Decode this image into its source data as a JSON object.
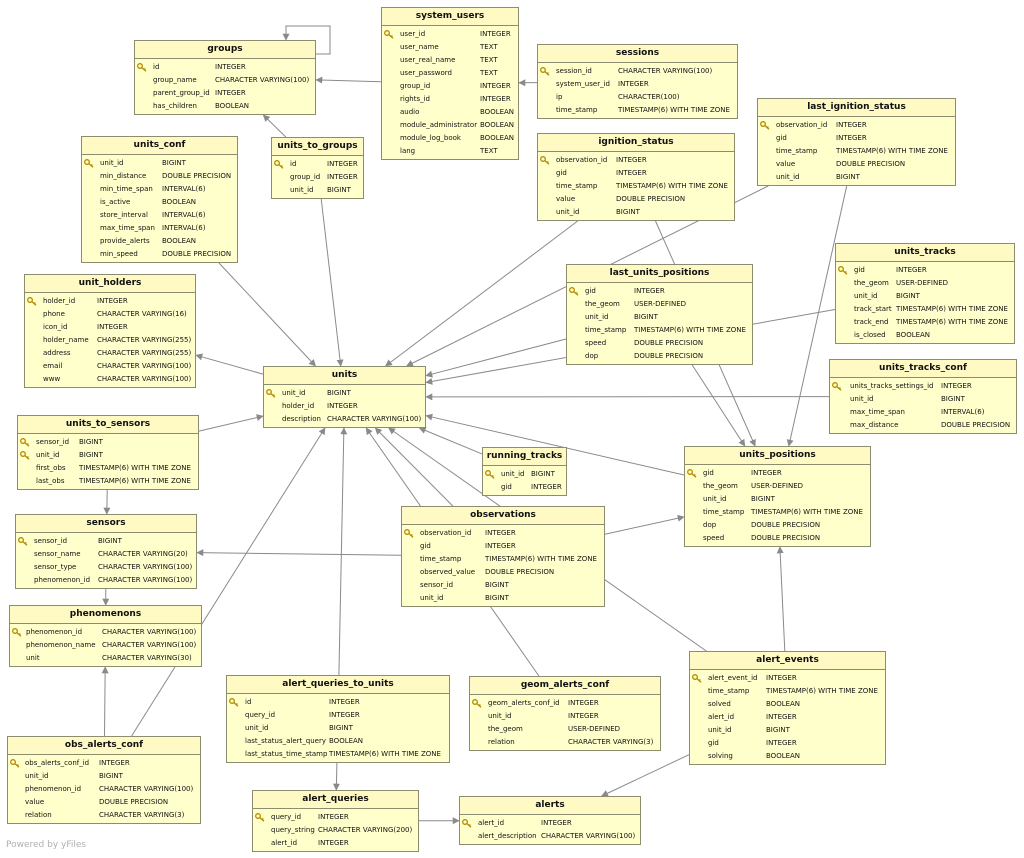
{
  "colors": {
    "table_fill": "#ffffcc",
    "border": "#8c8c6e",
    "edge": "#8a8a8a"
  },
  "watermark": "Powered by yFiles",
  "tables": {
    "groups": {
      "title": "groups",
      "rows": [
        {
          "name": "id",
          "type": "INTEGER",
          "pk": true
        },
        {
          "name": "group_name",
          "type": "CHARACTER VARYING(100)"
        },
        {
          "name": "parent_group_id",
          "type": "INTEGER"
        },
        {
          "name": "has_children",
          "type": "BOOLEAN"
        }
      ]
    },
    "system_users": {
      "title": "system_users",
      "rows": [
        {
          "name": "user_id",
          "type": "INTEGER",
          "pk": true
        },
        {
          "name": "user_name",
          "type": "TEXT"
        },
        {
          "name": "user_real_name",
          "type": "TEXT"
        },
        {
          "name": "user_password",
          "type": "TEXT"
        },
        {
          "name": "group_id",
          "type": "INTEGER"
        },
        {
          "name": "rights_id",
          "type": "INTEGER"
        },
        {
          "name": "audio",
          "type": "BOOLEAN"
        },
        {
          "name": "module_administrator",
          "type": "BOOLEAN"
        },
        {
          "name": "module_log_book",
          "type": "BOOLEAN"
        },
        {
          "name": "lang",
          "type": "TEXT"
        }
      ]
    },
    "sessions": {
      "title": "sessions",
      "rows": [
        {
          "name": "session_id",
          "type": "CHARACTER VARYING(100)",
          "pk": true
        },
        {
          "name": "system_user_id",
          "type": "INTEGER"
        },
        {
          "name": "ip",
          "type": "CHARACTER(100)"
        },
        {
          "name": "time_stamp",
          "type": "TIMESTAMP(6) WITH TIME ZONE"
        }
      ]
    },
    "last_ignition_status": {
      "title": "last_ignition_status",
      "rows": [
        {
          "name": "observation_id",
          "type": "INTEGER",
          "pk": true
        },
        {
          "name": "gid",
          "type": "INTEGER"
        },
        {
          "name": "time_stamp",
          "type": "TIMESTAMP(6) WITH TIME ZONE"
        },
        {
          "name": "value",
          "type": "DOUBLE PRECISION"
        },
        {
          "name": "unit_id",
          "type": "BIGINT"
        }
      ]
    },
    "units_conf": {
      "title": "units_conf",
      "rows": [
        {
          "name": "unit_id",
          "type": "BIGINT",
          "pk": true
        },
        {
          "name": "min_distance",
          "type": "DOUBLE PRECISION"
        },
        {
          "name": "min_time_span",
          "type": "INTERVAL(6)"
        },
        {
          "name": "is_active",
          "type": "BOOLEAN"
        },
        {
          "name": "store_interval",
          "type": "INTERVAL(6)"
        },
        {
          "name": "max_time_span",
          "type": "INTERVAL(6)"
        },
        {
          "name": "provide_alerts",
          "type": "BOOLEAN"
        },
        {
          "name": "min_speed",
          "type": "DOUBLE PRECISION"
        }
      ]
    },
    "units_to_groups": {
      "title": "units_to_groups",
      "rows": [
        {
          "name": "id",
          "type": "INTEGER",
          "pk": true
        },
        {
          "name": "group_id",
          "type": "INTEGER"
        },
        {
          "name": "unit_id",
          "type": "BIGINT"
        }
      ]
    },
    "ignition_status": {
      "title": "ignition_status",
      "rows": [
        {
          "name": "observation_id",
          "type": "INTEGER",
          "pk": true
        },
        {
          "name": "gid",
          "type": "INTEGER"
        },
        {
          "name": "time_stamp",
          "type": "TIMESTAMP(6) WITH TIME ZONE"
        },
        {
          "name": "value",
          "type": "DOUBLE PRECISION"
        },
        {
          "name": "unit_id",
          "type": "BIGINT"
        }
      ]
    },
    "units_tracks": {
      "title": "units_tracks",
      "rows": [
        {
          "name": "gid",
          "type": "INTEGER",
          "pk": true
        },
        {
          "name": "the_geom",
          "type": "USER-DEFINED"
        },
        {
          "name": "unit_id",
          "type": "BIGINT"
        },
        {
          "name": "track_start",
          "type": "TIMESTAMP(6) WITH TIME ZONE"
        },
        {
          "name": "track_end",
          "type": "TIMESTAMP(6) WITH TIME ZONE"
        },
        {
          "name": "is_closed",
          "type": "BOOLEAN"
        }
      ]
    },
    "unit_holders": {
      "title": "unit_holders",
      "rows": [
        {
          "name": "holder_id",
          "type": "INTEGER",
          "pk": true
        },
        {
          "name": "phone",
          "type": "CHARACTER VARYING(16)"
        },
        {
          "name": "icon_id",
          "type": "INTEGER"
        },
        {
          "name": "holder_name",
          "type": "CHARACTER VARYING(255)"
        },
        {
          "name": "address",
          "type": "CHARACTER VARYING(255)"
        },
        {
          "name": "email",
          "type": "CHARACTER VARYING(100)"
        },
        {
          "name": "www",
          "type": "CHARACTER VARYING(100)"
        }
      ]
    },
    "last_units_positions": {
      "title": "last_units_positions",
      "rows": [
        {
          "name": "gid",
          "type": "INTEGER",
          "pk": true
        },
        {
          "name": "the_geom",
          "type": "USER-DEFINED"
        },
        {
          "name": "unit_id",
          "type": "BIGINT"
        },
        {
          "name": "time_stamp",
          "type": "TIMESTAMP(6) WITH TIME ZONE"
        },
        {
          "name": "speed",
          "type": "DOUBLE PRECISION"
        },
        {
          "name": "dop",
          "type": "DOUBLE PRECISION"
        }
      ]
    },
    "units_tracks_conf": {
      "title": "units_tracks_conf",
      "rows": [
        {
          "name": "units_tracks_settings_id",
          "type": "INTEGER",
          "pk": true
        },
        {
          "name": "unit_id",
          "type": "BIGINT"
        },
        {
          "name": "max_time_span",
          "type": "INTERVAL(6)"
        },
        {
          "name": "max_distance",
          "type": "DOUBLE PRECISION"
        }
      ]
    },
    "units": {
      "title": "units",
      "rows": [
        {
          "name": "unit_id",
          "type": "BIGINT",
          "pk": true
        },
        {
          "name": "holder_id",
          "type": "INTEGER"
        },
        {
          "name": "description",
          "type": "CHARACTER VARYING(100)"
        }
      ]
    },
    "units_to_sensors": {
      "title": "units_to_sensors",
      "rows": [
        {
          "name": "sensor_id",
          "type": "BIGINT",
          "pk": true
        },
        {
          "name": "unit_id",
          "type": "BIGINT",
          "pk": true
        },
        {
          "name": "first_obs",
          "type": "TIMESTAMP(6) WITH TIME ZONE"
        },
        {
          "name": "last_obs",
          "type": "TIMESTAMP(6) WITH TIME ZONE"
        }
      ]
    },
    "running_tracks": {
      "title": "running_tracks",
      "rows": [
        {
          "name": "unit_id",
          "type": "BIGINT",
          "pk": true
        },
        {
          "name": "gid",
          "type": "INTEGER"
        }
      ]
    },
    "units_positions": {
      "title": "units_positions",
      "rows": [
        {
          "name": "gid",
          "type": "INTEGER",
          "pk": true
        },
        {
          "name": "the_geom",
          "type": "USER-DEFINED"
        },
        {
          "name": "unit_id",
          "type": "BIGINT"
        },
        {
          "name": "time_stamp",
          "type": "TIMESTAMP(6) WITH TIME ZONE"
        },
        {
          "name": "dop",
          "type": "DOUBLE PRECISION"
        },
        {
          "name": "speed",
          "type": "DOUBLE PRECISION"
        }
      ]
    },
    "sensors": {
      "title": "sensors",
      "rows": [
        {
          "name": "sensor_id",
          "type": "BIGINT",
          "pk": true
        },
        {
          "name": "sensor_name",
          "type": "CHARACTER VARYING(20)"
        },
        {
          "name": "sensor_type",
          "type": "CHARACTER VARYING(100)"
        },
        {
          "name": "phenomenon_id",
          "type": "CHARACTER VARYING(100)"
        }
      ]
    },
    "observations": {
      "title": "observations",
      "rows": [
        {
          "name": "observation_id",
          "type": "INTEGER",
          "pk": true
        },
        {
          "name": "gid",
          "type": "INTEGER"
        },
        {
          "name": "time_stamp",
          "type": "TIMESTAMP(6) WITH TIME ZONE"
        },
        {
          "name": "observed_value",
          "type": "DOUBLE PRECISION"
        },
        {
          "name": "sensor_id",
          "type": "BIGINT"
        },
        {
          "name": "unit_id",
          "type": "BIGINT"
        }
      ]
    },
    "phenomenons": {
      "title": "phenomenons",
      "rows": [
        {
          "name": "phenomenon_id",
          "type": "CHARACTER VARYING(100)",
          "pk": true
        },
        {
          "name": "phenomenon_name",
          "type": "CHARACTER VARYING(100)"
        },
        {
          "name": "unit",
          "type": "CHARACTER VARYING(30)"
        }
      ]
    },
    "alert_events": {
      "title": "alert_events",
      "rows": [
        {
          "name": "alert_event_id",
          "type": "INTEGER",
          "pk": true
        },
        {
          "name": "time_stamp",
          "type": "TIMESTAMP(6) WITH TIME ZONE"
        },
        {
          "name": "solved",
          "type": "BOOLEAN"
        },
        {
          "name": "alert_id",
          "type": "INTEGER"
        },
        {
          "name": "unit_id",
          "type": "BIGINT"
        },
        {
          "name": "gid",
          "type": "INTEGER"
        },
        {
          "name": "solving",
          "type": "BOOLEAN"
        }
      ]
    },
    "alert_queries_to_units": {
      "title": "alert_queries_to_units",
      "rows": [
        {
          "name": "id",
          "type": "INTEGER",
          "pk": true
        },
        {
          "name": "query_id",
          "type": "INTEGER"
        },
        {
          "name": "unit_id",
          "type": "BIGINT"
        },
        {
          "name": "last_status_alert_query",
          "type": "BOOLEAN"
        },
        {
          "name": "last_status_time_stamp",
          "type": "TIMESTAMP(6) WITH TIME ZONE"
        }
      ]
    },
    "geom_alerts_conf": {
      "title": "geom_alerts_conf",
      "rows": [
        {
          "name": "geom_alerts_conf_id",
          "type": "INTEGER",
          "pk": true
        },
        {
          "name": "unit_id",
          "type": "INTEGER"
        },
        {
          "name": "the_geom",
          "type": "USER-DEFINED"
        },
        {
          "name": "relation",
          "type": "CHARACTER VARYING(3)"
        }
      ]
    },
    "obs_alerts_conf": {
      "title": "obs_alerts_conf",
      "rows": [
        {
          "name": "obs_alerts_conf_id",
          "type": "INTEGER",
          "pk": true
        },
        {
          "name": "unit_id",
          "type": "BIGINT"
        },
        {
          "name": "phenomenon_id",
          "type": "CHARACTER VARYING(100)"
        },
        {
          "name": "value",
          "type": "DOUBLE PRECISION"
        },
        {
          "name": "relation",
          "type": "CHARACTER VARYING(3)"
        }
      ]
    },
    "alert_queries": {
      "title": "alert_queries",
      "rows": [
        {
          "name": "query_id",
          "type": "INTEGER",
          "pk": true
        },
        {
          "name": "query_string",
          "type": "CHARACTER VARYING(200)"
        },
        {
          "name": "alert_id",
          "type": "INTEGER"
        }
      ]
    },
    "alerts": {
      "title": "alerts",
      "rows": [
        {
          "name": "alert_id",
          "type": "INTEGER",
          "pk": true
        },
        {
          "name": "alert_description",
          "type": "CHARACTER VARYING(100)"
        }
      ]
    }
  },
  "edges": [
    {
      "from": "system_users",
      "to": "groups"
    },
    {
      "from": "sessions",
      "to": "system_users"
    },
    {
      "from": "groups",
      "to": "groups"
    },
    {
      "from": "units_to_groups",
      "to": "groups"
    },
    {
      "from": "units_to_groups",
      "to": "units"
    },
    {
      "from": "units_conf",
      "to": "units"
    },
    {
      "from": "units",
      "to": "unit_holders"
    },
    {
      "from": "units_to_sensors",
      "to": "units"
    },
    {
      "from": "units_to_sensors",
      "to": "sensors"
    },
    {
      "from": "sensors",
      "to": "phenomenons"
    },
    {
      "from": "observations",
      "to": "sensors"
    },
    {
      "from": "observations",
      "to": "units"
    },
    {
      "from": "observations",
      "to": "units_positions"
    },
    {
      "from": "ignition_status",
      "to": "units"
    },
    {
      "from": "ignition_status",
      "to": "units_positions"
    },
    {
      "from": "last_ignition_status",
      "to": "units"
    },
    {
      "from": "last_ignition_status",
      "to": "units_positions"
    },
    {
      "from": "last_units_positions",
      "to": "units"
    },
    {
      "from": "last_units_positions",
      "to": "units_positions"
    },
    {
      "from": "units_tracks",
      "to": "units"
    },
    {
      "from": "units_tracks_conf",
      "to": "units"
    },
    {
      "from": "running_tracks",
      "to": "units"
    },
    {
      "from": "units_positions",
      "to": "units"
    },
    {
      "from": "alert_events",
      "to": "units"
    },
    {
      "from": "alert_events",
      "to": "units_positions"
    },
    {
      "from": "alert_events",
      "to": "alerts"
    },
    {
      "from": "alert_queries_to_units",
      "to": "units"
    },
    {
      "from": "alert_queries_to_units",
      "to": "alert_queries"
    },
    {
      "from": "alert_queries",
      "to": "alerts"
    },
    {
      "from": "geom_alerts_conf",
      "to": "units"
    },
    {
      "from": "obs_alerts_conf",
      "to": "units"
    },
    {
      "from": "obs_alerts_conf",
      "to": "phenomenons"
    }
  ]
}
